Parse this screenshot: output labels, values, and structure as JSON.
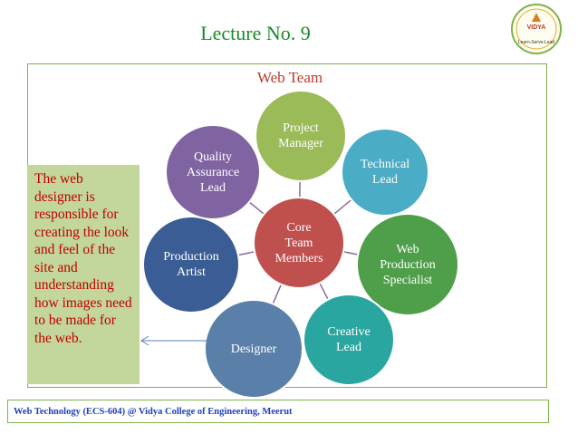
{
  "header": {
    "title": "Lecture No. 9",
    "logo_text": "VIDYA",
    "logo_motto": "Learn-Serve-Lead"
  },
  "diagram": {
    "title": "Web Team",
    "center": {
      "label": "Core\nTeam\nMembers",
      "color": "#c0504d"
    },
    "nodes": [
      {
        "id": "project-manager",
        "label": "Project\nManager",
        "color": "#9bbb59"
      },
      {
        "id": "technical-lead",
        "label": "Technical\nLead",
        "color": "#4bacc6"
      },
      {
        "id": "web-production-specialist",
        "label": "Web\nProduction\nSpecialist",
        "color": "#4f9f4a"
      },
      {
        "id": "creative-lead",
        "label": "Creative\nLead",
        "color": "#2aa6a0"
      },
      {
        "id": "designer",
        "label": "Designer",
        "color": "#5a7fa8"
      },
      {
        "id": "production-artist",
        "label": "Production\nArtist",
        "color": "#3b5d95"
      },
      {
        "id": "quality-assurance-lead",
        "label": "Quality\nAssurance\nLead",
        "color": "#8064a2"
      }
    ]
  },
  "note": {
    "text": "The web designer is responsible for creating the look and feel of the site  and understanding how images need to be made for the web."
  },
  "footer": {
    "text": "Web Technology (ECS-604) @ Vidya College of Engineering, Meerut"
  }
}
